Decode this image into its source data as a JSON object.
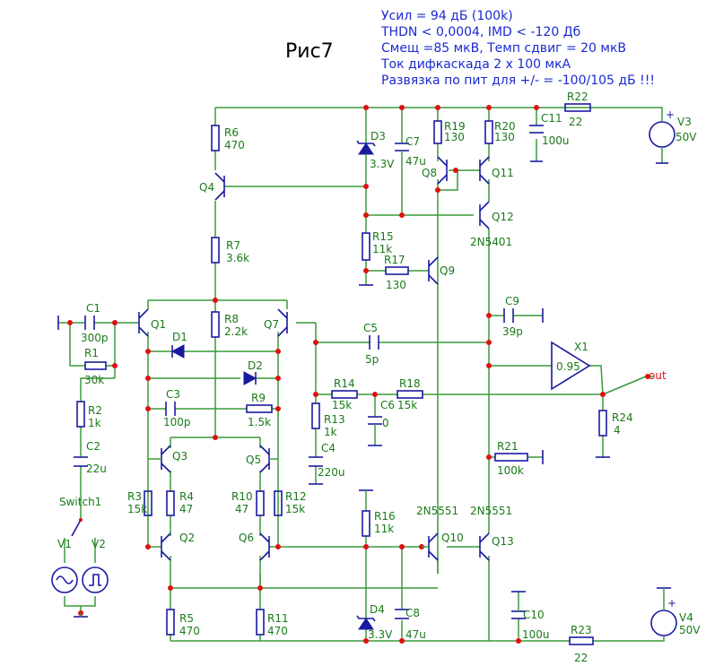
{
  "title": "Рис7",
  "specs": [
    "Усил = 94 дБ (100k)",
    "THDN < 0,0004, IMD < -120 Дб",
    "Смещ =85 мкВ, Темп сдвиг = 20 мкВ",
    "Ток дифкаскада 2 х 100 мкА",
    "Развязка по пит для +/- = -100/105 дБ !!!"
  ],
  "components": {
    "R6": {
      "name": "R6",
      "value": "470"
    },
    "R7": {
      "name": "R7",
      "value": "3.6k"
    },
    "R8": {
      "name": "R8",
      "value": "2.2k"
    },
    "R9": {
      "name": "R9",
      "value": "1.5k"
    },
    "R1": {
      "name": "R1",
      "value": "30k"
    },
    "R2": {
      "name": "R2",
      "value": "1k"
    },
    "R3": {
      "name": "R3",
      "value": "15k"
    },
    "R4": {
      "name": "R4",
      "value": "47"
    },
    "R5": {
      "name": "R5",
      "value": "470"
    },
    "R10": {
      "name": "R10",
      "value": "47"
    },
    "R11": {
      "name": "R11",
      "value": "470"
    },
    "R12": {
      "name": "R12",
      "value": "15k"
    },
    "R13": {
      "name": "R13",
      "value": "1k"
    },
    "R14": {
      "name": "R14",
      "value": "15k"
    },
    "R15": {
      "name": "R15",
      "value": "11k"
    },
    "R16": {
      "name": "R16",
      "value": "11k"
    },
    "R17": {
      "name": "R17",
      "value": "130"
    },
    "R18": {
      "name": "R18",
      "value": "15k"
    },
    "R19": {
      "name": "R19",
      "value": "130"
    },
    "R20": {
      "name": "R20",
      "value": "130"
    },
    "R21": {
      "name": "R21",
      "value": "100k"
    },
    "R22": {
      "name": "R22",
      "value": "22"
    },
    "R23": {
      "name": "R23",
      "value": "22"
    },
    "R24": {
      "name": "R24",
      "value": "4"
    },
    "C1": {
      "name": "C1",
      "value": "300p"
    },
    "C2": {
      "name": "C2",
      "value": "22u"
    },
    "C3": {
      "name": "C3",
      "value": "100p"
    },
    "C4": {
      "name": "C4",
      "value": "220u"
    },
    "C5": {
      "name": "C5",
      "value": "5p"
    },
    "C6": {
      "name": "C6",
      "value": "0"
    },
    "C7": {
      "name": "C7",
      "value": "47u"
    },
    "C8": {
      "name": "C8",
      "value": "47u"
    },
    "C9": {
      "name": "C9",
      "value": "39p"
    },
    "C10": {
      "name": "C10",
      "value": "100u"
    },
    "C11": {
      "name": "C11",
      "value": "100u"
    },
    "D1": {
      "name": "D1"
    },
    "D2": {
      "name": "D2"
    },
    "D3": {
      "name": "D3",
      "value": "3.3V"
    },
    "D4": {
      "name": "D4",
      "value": "3.3V"
    },
    "Q1": {
      "name": "Q1"
    },
    "Q2": {
      "name": "Q2"
    },
    "Q3": {
      "name": "Q3"
    },
    "Q4": {
      "name": "Q4"
    },
    "Q5": {
      "name": "Q5"
    },
    "Q6": {
      "name": "Q6"
    },
    "Q7": {
      "name": "Q7"
    },
    "Q8": {
      "name": "Q8"
    },
    "Q9": {
      "name": "Q9"
    },
    "Q10": {
      "name": "Q10"
    },
    "Q11": {
      "name": "Q11"
    },
    "Q12": {
      "name": "Q12"
    },
    "Q13": {
      "name": "Q13"
    },
    "Q10type": {
      "value": "2N5551"
    },
    "Q13type": {
      "value": "2N5551"
    },
    "Q12type": {
      "value": "2N5401"
    },
    "X1": {
      "name": "X1",
      "value": "0.95"
    },
    "V1": {
      "name": "V1"
    },
    "V2": {
      "name": "V2"
    },
    "V3": {
      "name": "V3",
      "value": "50V"
    },
    "V4": {
      "name": "V4",
      "value": "50V"
    },
    "Switch1": {
      "name": "Switch1"
    },
    "out": {
      "name": "out"
    }
  },
  "colors": {
    "wire": "#3a9a3a",
    "component": "#1a1aa0",
    "node": "#e01010",
    "spec": "#1a2ad0"
  }
}
